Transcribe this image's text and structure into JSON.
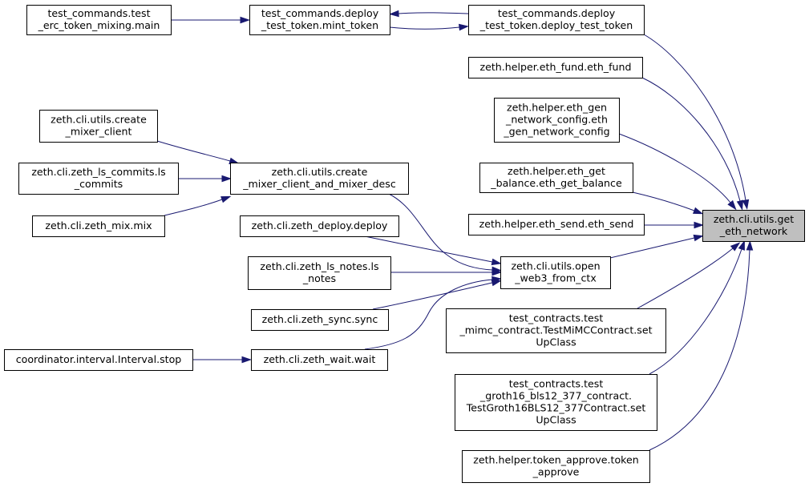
{
  "graph": {
    "focus_node": "get_eth_network",
    "colors": {
      "edge": "#191970",
      "node_border": "#000000",
      "node_fill": "#ffffff",
      "focus_fill": "#bfbfbf"
    },
    "nodes": {
      "erc_main": {
        "lines": [
          "test_commands.test",
          "_erc_token_mixing.main"
        ]
      },
      "mint_token": {
        "lines": [
          "test_commands.deploy",
          "_test_token.mint_token"
        ]
      },
      "deploy_test_token": {
        "lines": [
          "test_commands.deploy",
          "_test_token.deploy_test_token"
        ]
      },
      "eth_fund": {
        "lines": [
          "zeth.helper.eth_fund.eth_fund"
        ]
      },
      "eth_gen_network_config": {
        "lines": [
          "zeth.helper.eth_gen",
          "_network_config.eth",
          "_gen_network_config"
        ]
      },
      "eth_get_balance": {
        "lines": [
          "zeth.helper.eth_get",
          "_balance.eth_get_balance"
        ]
      },
      "eth_send": {
        "lines": [
          "zeth.helper.eth_send.eth_send"
        ]
      },
      "get_eth_network": {
        "lines": [
          "zeth.cli.utils.get",
          "_eth_network"
        ]
      },
      "create_mixer_client": {
        "lines": [
          "zeth.cli.utils.create",
          "_mixer_client"
        ]
      },
      "ls_commits": {
        "lines": [
          "zeth.cli.zeth_ls_commits.ls",
          "_commits"
        ]
      },
      "zeth_mix": {
        "lines": [
          "zeth.cli.zeth_mix.mix"
        ]
      },
      "create_mixer_client_and_desc": {
        "lines": [
          "zeth.cli.utils.create",
          "_mixer_client_and_mixer_desc"
        ]
      },
      "zeth_deploy": {
        "lines": [
          "zeth.cli.zeth_deploy.deploy"
        ]
      },
      "open_web3": {
        "lines": [
          "zeth.cli.utils.open",
          "_web3_from_ctx"
        ]
      },
      "ls_notes": {
        "lines": [
          "zeth.cli.zeth_ls_notes.ls",
          "_notes"
        ]
      },
      "zeth_sync": {
        "lines": [
          "zeth.cli.zeth_sync.sync"
        ]
      },
      "interval_stop": {
        "lines": [
          "coordinator.interval.Interval.stop"
        ]
      },
      "zeth_wait": {
        "lines": [
          "zeth.cli.zeth_wait.wait"
        ]
      },
      "mimc_contract": {
        "lines": [
          "test_contracts.test",
          "_mimc_contract.TestMiMCContract.set",
          "UpClass"
        ]
      },
      "groth16_contract": {
        "lines": [
          "test_contracts.test",
          "_groth16_bls12_377_contract.",
          "TestGroth16BLS12_377Contract.set",
          "UpClass"
        ]
      },
      "token_approve": {
        "lines": [
          "zeth.helper.token_approve.token",
          "_approve"
        ]
      }
    },
    "edges": [
      {
        "from": "erc_main",
        "to": "mint_token"
      },
      {
        "from": "deploy_test_token",
        "to": "mint_token"
      },
      {
        "from": "mint_token",
        "to": "deploy_test_token"
      },
      {
        "from": "deploy_test_token",
        "to": "get_eth_network"
      },
      {
        "from": "eth_fund",
        "to": "get_eth_network"
      },
      {
        "from": "eth_gen_network_config",
        "to": "get_eth_network"
      },
      {
        "from": "eth_get_balance",
        "to": "get_eth_network"
      },
      {
        "from": "eth_send",
        "to": "get_eth_network"
      },
      {
        "from": "open_web3",
        "to": "get_eth_network"
      },
      {
        "from": "mimc_contract",
        "to": "get_eth_network"
      },
      {
        "from": "groth16_contract",
        "to": "get_eth_network"
      },
      {
        "from": "token_approve",
        "to": "get_eth_network"
      },
      {
        "from": "create_mixer_client",
        "to": "create_mixer_client_and_desc"
      },
      {
        "from": "ls_commits",
        "to": "create_mixer_client_and_desc"
      },
      {
        "from": "zeth_mix",
        "to": "create_mixer_client_and_desc"
      },
      {
        "from": "create_mixer_client_and_desc",
        "to": "open_web3"
      },
      {
        "from": "zeth_deploy",
        "to": "open_web3"
      },
      {
        "from": "ls_notes",
        "to": "open_web3"
      },
      {
        "from": "zeth_sync",
        "to": "open_web3"
      },
      {
        "from": "zeth_wait",
        "to": "open_web3"
      },
      {
        "from": "interval_stop",
        "to": "zeth_wait"
      }
    ]
  }
}
